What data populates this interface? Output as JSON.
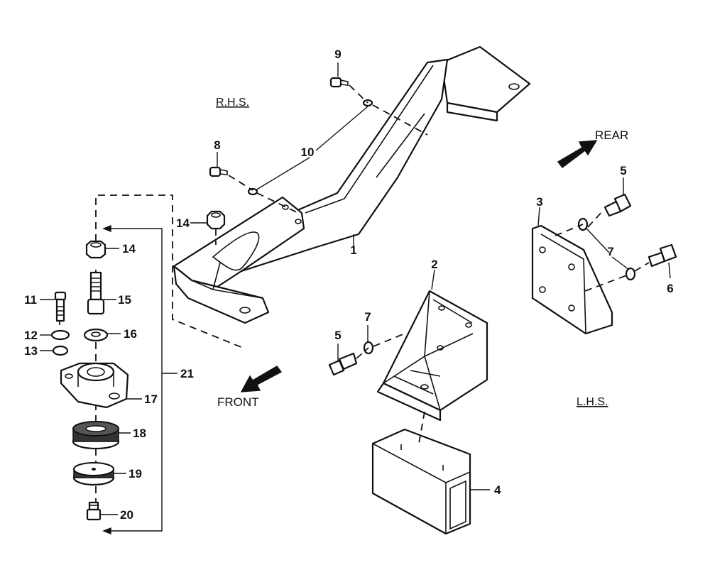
{
  "sides": {
    "rhs": "R.H.S.",
    "lhs": "L.H.S."
  },
  "directions": {
    "rear": "REAR",
    "front": "FRONT"
  },
  "callouts": [
    "1",
    "2",
    "3",
    "4",
    "5",
    "5",
    "6",
    "7",
    "7",
    "8",
    "9",
    "10",
    "11",
    "12",
    "13",
    "14",
    "14",
    "15",
    "16",
    "17",
    "18",
    "19",
    "20",
    "21"
  ]
}
